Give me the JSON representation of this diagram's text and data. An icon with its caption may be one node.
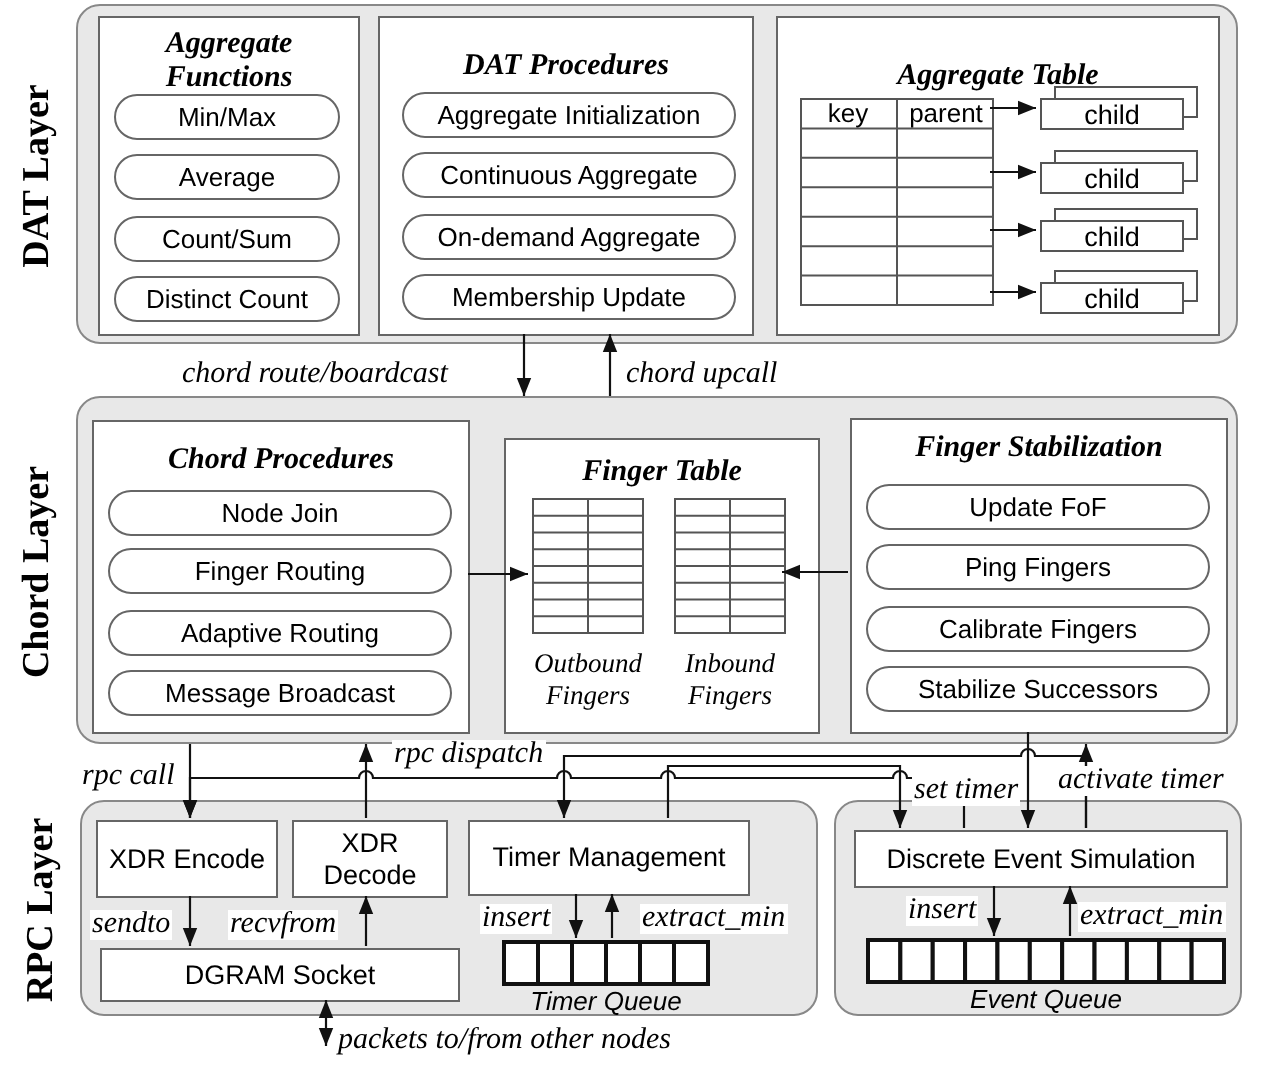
{
  "diagram": {
    "nodes": [
      {
        "text": [
          "DAT Layer"
        ]
      },
      {
        "text": [
          "Aggregate Functions"
        ],
        "in": 0
      },
      {
        "text": [
          "Min/Max"
        ],
        "in": 1
      },
      {
        "text": [
          "Average"
        ],
        "in": 1
      },
      {
        "text": [
          "Count/Sum"
        ],
        "in": 1
      },
      {
        "text": [
          "Distinct Count"
        ],
        "in": 1
      },
      {
        "text": [
          "DAT Procedures"
        ],
        "in": 0
      },
      {
        "text": [
          "Aggregate Initialization"
        ],
        "in": 6
      },
      {
        "text": [
          "Continuous Aggregate"
        ],
        "in": 6
      },
      {
        "text": [
          "On-demand Aggregate"
        ],
        "in": 6
      },
      {
        "text": [
          "Membership Update"
        ],
        "in": 6
      },
      {
        "text": [
          "Aggregate Table"
        ],
        "in": 0
      },
      {
        "text": [
          "key",
          "parent"
        ],
        "in": 11
      },
      {
        "text": [
          "child"
        ],
        "in": 11
      },
      {
        "text": [
          "child"
        ],
        "in": 11
      },
      {
        "text": [
          "child"
        ],
        "in": 11
      },
      {
        "text": [
          "child"
        ],
        "in": 11
      },
      {
        "text": [
          "Chord Layer"
        ]
      },
      {
        "text": [
          "Chord Procedures"
        ],
        "in": 17
      },
      {
        "text": [
          "Node Join"
        ],
        "in": 18
      },
      {
        "text": [
          "Finger Routing"
        ],
        "in": 18
      },
      {
        "text": [
          "Adaptive Routing"
        ],
        "in": 18
      },
      {
        "text": [
          "Message Broadcast"
        ],
        "in": 18
      },
      {
        "text": [
          "Finger Table"
        ],
        "in": 17
      },
      {
        "text": [
          "Outbound Fingers"
        ],
        "in": 23
      },
      {
        "text": [
          "Inbound Fingers"
        ],
        "in": 23
      },
      {
        "text": [
          "Finger Stabilization"
        ],
        "in": 17
      },
      {
        "text": [
          "Update FoF"
        ],
        "in": 26
      },
      {
        "text": [
          "Ping Fingers"
        ],
        "in": 26
      },
      {
        "text": [
          "Calibrate Fingers"
        ],
        "in": 26
      },
      {
        "text": [
          "Stabilize Successors"
        ],
        "in": 26
      },
      {
        "text": [
          "RPC Layer"
        ]
      },
      {
        "text": [
          "XDR Encode"
        ],
        "in": 31
      },
      {
        "text": [
          "XDR Decode"
        ],
        "in": 31
      },
      {
        "text": [
          "Timer Management"
        ],
        "in": 31
      },
      {
        "text": [
          "DGRAM Socket"
        ],
        "in": 31
      },
      {
        "text": [
          "Timer Queue"
        ],
        "in": 31
      },
      {
        "text": [],
        "shape": "box"
      },
      {
        "text": [
          "Discrete Event Simulation"
        ],
        "in": 37
      },
      {
        "text": [
          "Event Queue"
        ],
        "in": 37
      }
    ],
    "edges": [
      {
        "from": 6,
        "to": 17,
        "arrow": "to",
        "label": "chord route/boardcast"
      },
      {
        "from": 17,
        "to": 6,
        "arrow": "to",
        "label": "chord upcall"
      },
      {
        "from": 12,
        "to": 13,
        "arrow": "to"
      },
      {
        "from": 12,
        "to": 14,
        "arrow": "to"
      },
      {
        "from": 12,
        "to": 15,
        "arrow": "to"
      },
      {
        "from": 12,
        "to": 16,
        "arrow": "to"
      },
      {
        "from": 18,
        "to": 24,
        "arrow": "to"
      },
      {
        "from": 26,
        "to": 25,
        "arrow": "to"
      },
      {
        "from": 17,
        "to": 32,
        "arrow": "to",
        "label": "rpc call"
      },
      {
        "from": 33,
        "to": 17,
        "arrow": "to"
      },
      {
        "from": 38,
        "to": 34,
        "arrow": "to",
        "label": "rpc dispatch"
      },
      {
        "from": 38,
        "to": 17,
        "arrow": "to",
        "label": "activate timer"
      },
      {
        "from": 34,
        "to": 38,
        "arrow": "to",
        "label": "set timer"
      },
      {
        "from": 26,
        "to": 38,
        "arrow": "to"
      },
      {
        "from": 38,
        "to": 32,
        "arrow": "to"
      },
      {
        "from": 32,
        "to": 35,
        "arrow": "to",
        "label": "sendto"
      },
      {
        "from": 35,
        "to": 33,
        "arrow": "to",
        "label": "recvfrom"
      },
      {
        "from": 34,
        "to": 36,
        "arrow": "to",
        "label": "insert"
      },
      {
        "from": 36,
        "to": 34,
        "arrow": "to",
        "label": "extract_min"
      },
      {
        "from": 38,
        "to": 39,
        "arrow": "to",
        "label": "insert"
      },
      {
        "from": 39,
        "to": 38,
        "arrow": "to",
        "label": "extract_min"
      },
      {
        "from": 35,
        "to": null,
        "arrow": "both",
        "label": "packets to/from other nodes"
      }
    ]
  }
}
